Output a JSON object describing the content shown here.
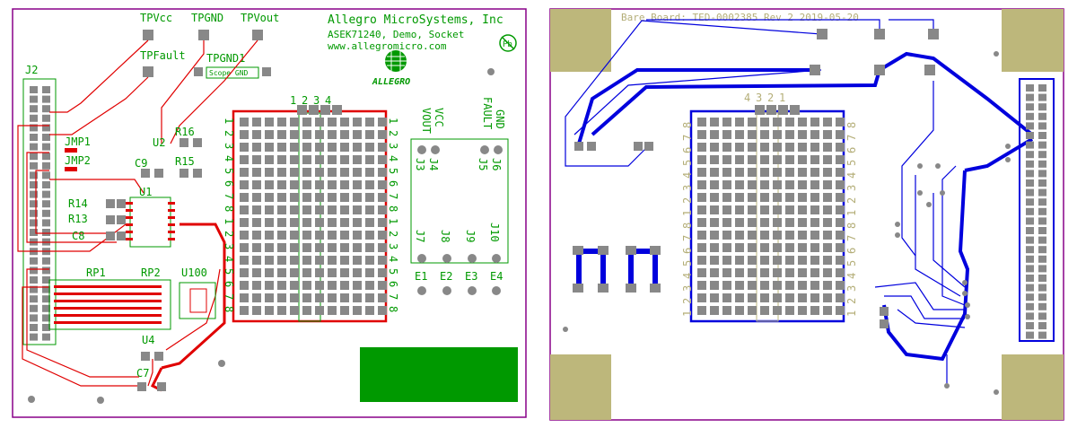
{
  "colors": {
    "top_copper": "#e00000",
    "top_silk": "#009900",
    "bottom_copper": "#0000dd",
    "bottom_silk": "#b4ae78",
    "board_outline": "#880088",
    "pad": "#888888",
    "paste": "#bdb77b",
    "green_block": "#009900"
  },
  "top_board": {
    "company": "Allegro MicroSystems, Inc",
    "part": "ASEK71240, Demo, Socket",
    "url": "www.allegromicro.com",
    "logo_text": "ALLEGRO",
    "pb_mark": "Pb",
    "testpoints": {
      "tpvcc": "TPVcc",
      "tpgnd": "TPGND",
      "tpvout": "TPVout",
      "tpfault": "TPFault",
      "tpgnd1": "TPGND1",
      "scope_gnd": "Scope GND"
    },
    "refs": {
      "j2": "J2",
      "jmp1": "JMP1",
      "jmp2": "JMP2",
      "u2": "U2",
      "r16": "R16",
      "c9": "C9",
      "r15": "R15",
      "u1": "U1",
      "r14": "R14",
      "r13": "R13",
      "c8": "C8",
      "rp1": "RP1",
      "rp2": "RP2",
      "u100": "U100",
      "u4": "U4",
      "c7": "C7"
    },
    "header_labels": {
      "vout": "VOUT",
      "vcc": "VCC",
      "fault": "FAULT",
      "gnd": "GND",
      "j3": "J3",
      "j4": "J4",
      "j5": "J5",
      "j6": "J6",
      "j7": "J7",
      "j8": "J8",
      "j9": "J9",
      "j10": "J10",
      "e1": "E1",
      "e2": "E2",
      "e3": "E3",
      "e4": "E4"
    },
    "column_numbers": [
      "1",
      "2",
      "3",
      "4"
    ],
    "row_numbers": [
      "1",
      "2",
      "3",
      "4",
      "5",
      "6",
      "7",
      "8",
      "1",
      "2",
      "3",
      "4",
      "5",
      "6",
      "7",
      "8"
    ]
  },
  "bottom_board": {
    "caption": "Bare Board: TED-0002385 Rev 2 2019-05-20",
    "column_numbers": [
      "4",
      "3",
      "2",
      "1"
    ],
    "row_numbers_left": [
      "1",
      "2",
      "3",
      "4",
      "5",
      "6",
      "7",
      "8",
      "1",
      "2",
      "3",
      "4",
      "5",
      "6",
      "7",
      "8"
    ],
    "row_numbers_right": [
      "1",
      "2",
      "3",
      "4",
      "5",
      "6",
      "7",
      "8",
      "1",
      "2",
      "3",
      "4",
      "5",
      "6",
      "7",
      "8"
    ]
  }
}
